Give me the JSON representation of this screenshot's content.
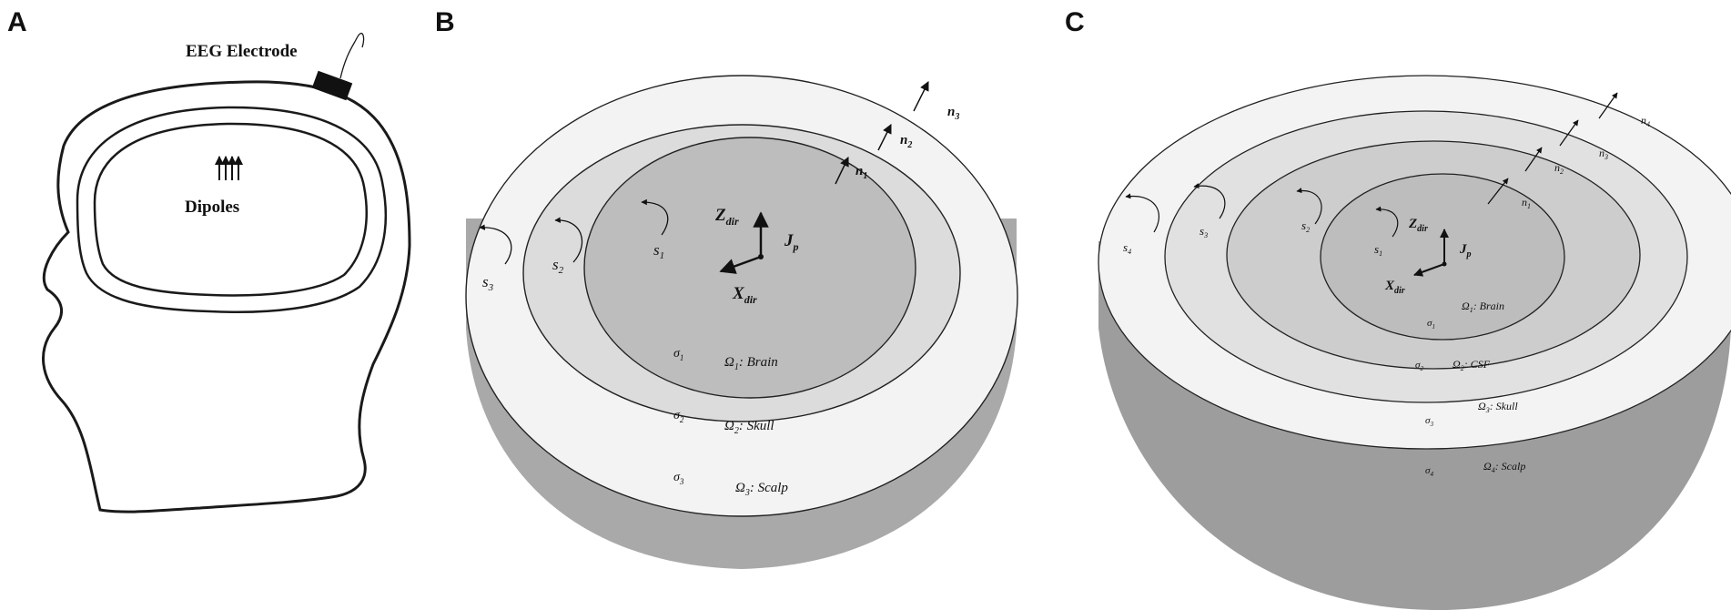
{
  "panels": [
    {
      "letter": "A",
      "electrode_label": "EEG Electrode",
      "dipoles_label": "Dipoles"
    },
    {
      "letter": "B",
      "tissues": [
        {
          "sigma": "σ",
          "sigma_sub": "1",
          "omega": "Ω",
          "omega_sub": "1",
          "name": ": Brain"
        },
        {
          "sigma": "σ",
          "sigma_sub": "2",
          "omega": "Ω",
          "omega_sub": "2",
          "name": ": Skull"
        },
        {
          "sigma": "σ",
          "sigma_sub": "3",
          "omega": "Ω",
          "omega_sub": "3",
          "name": ": Scalp"
        }
      ],
      "surfaces": [
        {
          "s": "s",
          "sub": "1"
        },
        {
          "s": "s",
          "sub": "2"
        },
        {
          "s": "s",
          "sub": "3"
        }
      ],
      "normals": [
        {
          "n": "n",
          "sub": "1"
        },
        {
          "n": "n",
          "sub": "2"
        },
        {
          "n": "n",
          "sub": "3"
        }
      ],
      "axes": {
        "z": "Z",
        "z_sub": "dir",
        "x": "X",
        "x_sub": "dir",
        "j": "J",
        "j_sub": "p"
      }
    },
    {
      "letter": "C",
      "tissues": [
        {
          "sigma": "σ",
          "sigma_sub": "1",
          "omega": "Ω",
          "omega_sub": "1",
          "name": ": Brain"
        },
        {
          "sigma": "σ",
          "sigma_sub": "2",
          "omega": "Ω",
          "omega_sub": "2",
          "name": ": CSF"
        },
        {
          "sigma": "σ",
          "sigma_sub": "3",
          "omega": "Ω",
          "omega_sub": "3",
          "name": ": Skull"
        },
        {
          "sigma": "σ",
          "sigma_sub": "4",
          "omega": "Ω",
          "omega_sub": "4",
          "name": ": Scalp"
        }
      ],
      "surfaces": [
        {
          "s": "s",
          "sub": "1"
        },
        {
          "s": "s",
          "sub": "2"
        },
        {
          "s": "s",
          "sub": "3"
        },
        {
          "s": "s",
          "sub": "4"
        }
      ],
      "normals": [
        {
          "n": "n",
          "sub": "1"
        },
        {
          "n": "n",
          "sub": "2"
        },
        {
          "n": "n",
          "sub": "3"
        },
        {
          "n": "n",
          "sub": "4"
        }
      ],
      "axes": {
        "z": "Z",
        "z_sub": "dir",
        "x": "X",
        "x_sub": "dir",
        "j": "J",
        "j_sub": "p"
      }
    }
  ],
  "colors": {
    "stroke": "#222222",
    "scalp": "#f3f3f3",
    "skull": "#dcdcdc",
    "csf": "#cdcdcd",
    "brain": "#bdbdbd",
    "side_b": "#a9a9a9",
    "side_c": "#9d9d9d"
  }
}
